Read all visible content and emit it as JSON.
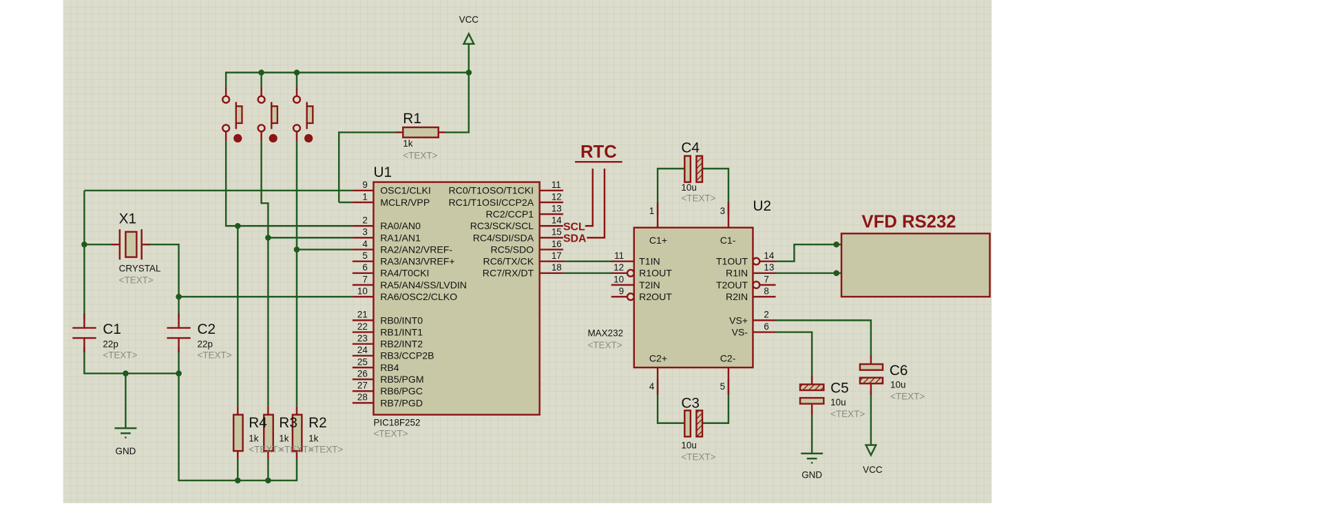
{
  "colors": {
    "wire": "#1e5a1e",
    "component": "#8b1414",
    "body_fill": "#c8c8a6",
    "sheet": "#dcdccc",
    "grid": "#c6c6b4"
  },
  "power": {
    "vcc_top": "VCC",
    "vcc_bottom": "VCC",
    "gnd_left": "GND",
    "gnd_right": "GND"
  },
  "r1": {
    "ref": "R1",
    "value": "1k",
    "text": "<TEXT>"
  },
  "r2": {
    "ref": "R2",
    "value": "1k",
    "text": "<TEXT>"
  },
  "r3": {
    "ref": "R3",
    "value": "1k",
    "text": "<TEXT>"
  },
  "r4": {
    "ref": "R4",
    "value": "1k",
    "text": "<TEXT>"
  },
  "x1": {
    "ref": "X1",
    "value": "CRYSTAL",
    "text": "<TEXT>"
  },
  "c1": {
    "ref": "C1",
    "value": "22p",
    "text": "<TEXT>"
  },
  "c2": {
    "ref": "C2",
    "value": "22p",
    "text": "<TEXT>"
  },
  "c3": {
    "ref": "C3",
    "value": "10u",
    "text": "<TEXT>"
  },
  "c4": {
    "ref": "C4",
    "value": "10u",
    "text": "<TEXT>"
  },
  "c5": {
    "ref": "C5",
    "value": "10u",
    "text": "<TEXT>"
  },
  "c6": {
    "ref": "C6",
    "value": "10u",
    "text": "<TEXT>"
  },
  "u1": {
    "ref": "U1",
    "part": "PIC18F252",
    "text": "<TEXT>",
    "left_pins": [
      {
        "num": "9",
        "name": "OSC1/CLKI"
      },
      {
        "num": "1",
        "name": "MCLR/VPP"
      },
      {
        "num": "2",
        "name": "RA0/AN0"
      },
      {
        "num": "3",
        "name": "RA1/AN1"
      },
      {
        "num": "4",
        "name": "RA2/AN2/VREF-"
      },
      {
        "num": "5",
        "name": "RA3/AN3/VREF+"
      },
      {
        "num": "6",
        "name": "RA4/T0CKI"
      },
      {
        "num": "7",
        "name": "RA5/AN4/SS/LVDIN"
      },
      {
        "num": "10",
        "name": "RA6/OSC2/CLKO"
      },
      {
        "num": "21",
        "name": "RB0/INT0"
      },
      {
        "num": "22",
        "name": "RB1/INT1"
      },
      {
        "num": "23",
        "name": "RB2/INT2"
      },
      {
        "num": "24",
        "name": "RB3/CCP2B"
      },
      {
        "num": "25",
        "name": "RB4"
      },
      {
        "num": "26",
        "name": "RB5/PGM"
      },
      {
        "num": "27",
        "name": "RB6/PGC"
      },
      {
        "num": "28",
        "name": "RB7/PGD"
      }
    ],
    "right_pins": [
      {
        "num": "11",
        "name": "RC0/T1OSO/T1CKI"
      },
      {
        "num": "12",
        "name": "RC1/T1OSI/CCP2A"
      },
      {
        "num": "13",
        "name": "RC2/CCP1"
      },
      {
        "num": "14",
        "name": "RC3/SCK/SCL"
      },
      {
        "num": "15",
        "name": "RC4/SDI/SDA"
      },
      {
        "num": "16",
        "name": "RC5/SDO"
      },
      {
        "num": "17",
        "name": "RC6/TX/CK"
      },
      {
        "num": "18",
        "name": "RC7/RX/DT"
      }
    ]
  },
  "u2": {
    "ref": "U2",
    "part": "MAX232",
    "text": "<TEXT>",
    "left_pins": [
      {
        "num": "11",
        "name": "T1IN",
        "inverted": false
      },
      {
        "num": "12",
        "name": "R1OUT",
        "inverted": true
      },
      {
        "num": "10",
        "name": "T2IN",
        "inverted": false
      },
      {
        "num": "9",
        "name": "R2OUT",
        "inverted": true
      }
    ],
    "right_pins": [
      {
        "num": "14",
        "name": "T1OUT",
        "inverted": true
      },
      {
        "num": "13",
        "name": "R1IN",
        "inverted": false
      },
      {
        "num": "7",
        "name": "T2OUT",
        "inverted": true
      },
      {
        "num": "8",
        "name": "R2IN",
        "inverted": false
      },
      {
        "num": "2",
        "name": "VS+",
        "inverted": false
      },
      {
        "num": "6",
        "name": "VS-",
        "inverted": false
      }
    ],
    "top_pins": [
      {
        "num": "1",
        "name": "C1+"
      },
      {
        "num": "3",
        "name": "C1-"
      }
    ],
    "bottom_pins": [
      {
        "num": "4",
        "name": "C2+"
      },
      {
        "num": "5",
        "name": "C2-"
      }
    ]
  },
  "nets": {
    "scl": "SCL",
    "sda": "SDA"
  },
  "rtc": {
    "label": "RTC"
  },
  "vfd": {
    "label": "VFD RS232"
  },
  "buttons": [
    {
      "id": "button-1"
    },
    {
      "id": "button-2"
    },
    {
      "id": "button-3"
    }
  ]
}
